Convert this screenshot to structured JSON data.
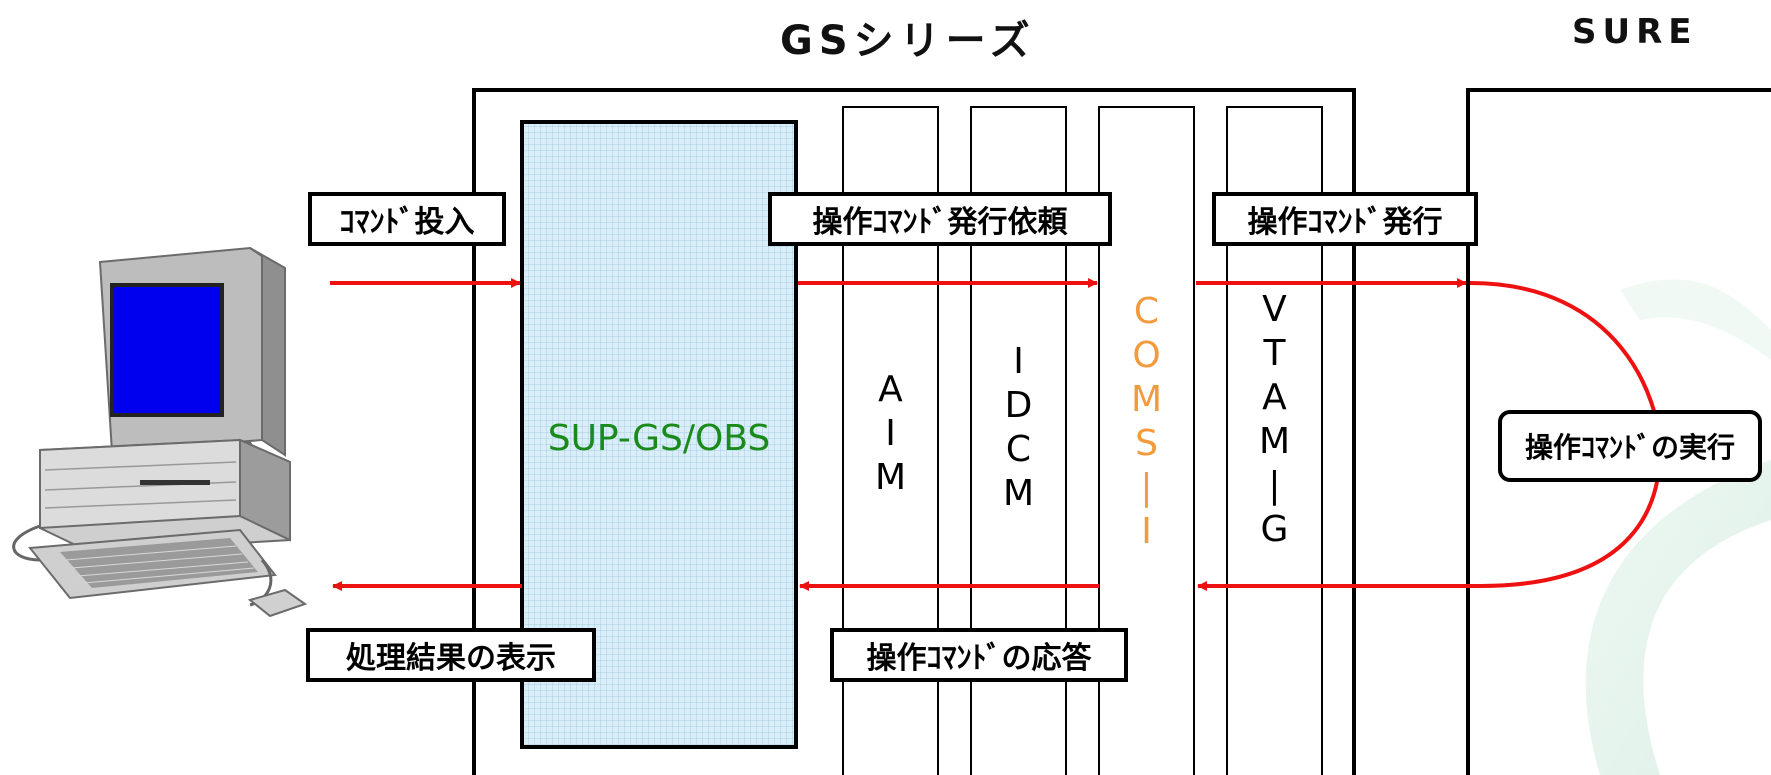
{
  "titles": {
    "gs_series": "GSシリーズ",
    "sure": "SURE"
  },
  "labels": {
    "command_input": "ｺﾏﾝﾄﾞ投入",
    "op_command_issue_request": "操作ｺﾏﾝﾄﾞ発行依頼",
    "op_command_issue": "操作ｺﾏﾝﾄﾞ発行",
    "op_command_execute": "操作ｺﾏﾝﾄﾞの実行",
    "result_display": "処理結果の表示",
    "op_command_response": "操作ｺﾏﾝﾄﾞの応答"
  },
  "components": {
    "sup": "SUP-GS/OBS",
    "aim": [
      "A",
      "I",
      "M"
    ],
    "idcm": [
      "I",
      "D",
      "C",
      "M"
    ],
    "coms": [
      "C",
      "O",
      "M",
      "S",
      "|",
      "I"
    ],
    "vtam": [
      "V",
      "T",
      "A",
      "M",
      "|",
      "G"
    ]
  },
  "colors": {
    "arrow": "#ee1111",
    "coms_text": "#f39a3c",
    "sup_text": "#1a8a1a",
    "sup_fill": "#d4ebf5",
    "monitor_screen": "#0000ee"
  }
}
